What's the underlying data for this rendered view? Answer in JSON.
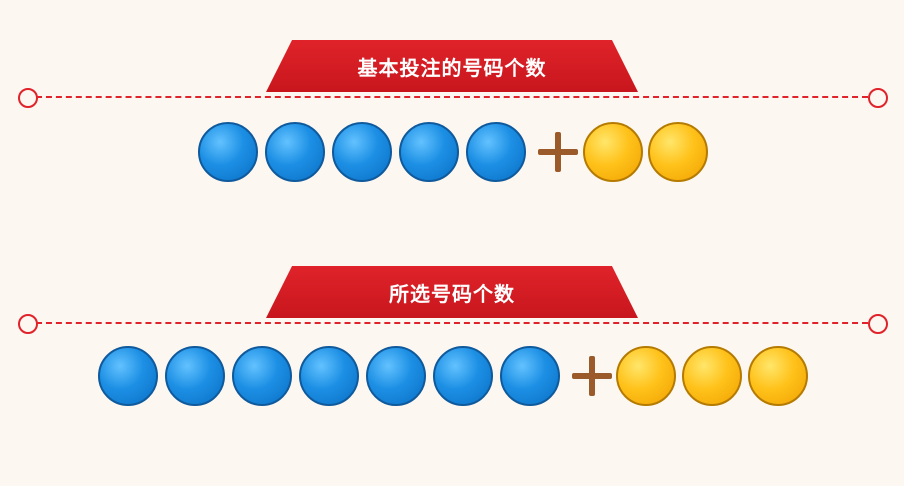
{
  "background": "#fdf7f1",
  "accent": "#e0232a",
  "blue_ball_color": "#1c8fe4",
  "orange_ball_color": "#ffc21b",
  "sections": [
    {
      "title": "基本投注的号码个数",
      "blue_count": 5,
      "orange_count": 2
    },
    {
      "title": "所选号码个数",
      "blue_count": 7,
      "orange_count": 3
    }
  ]
}
